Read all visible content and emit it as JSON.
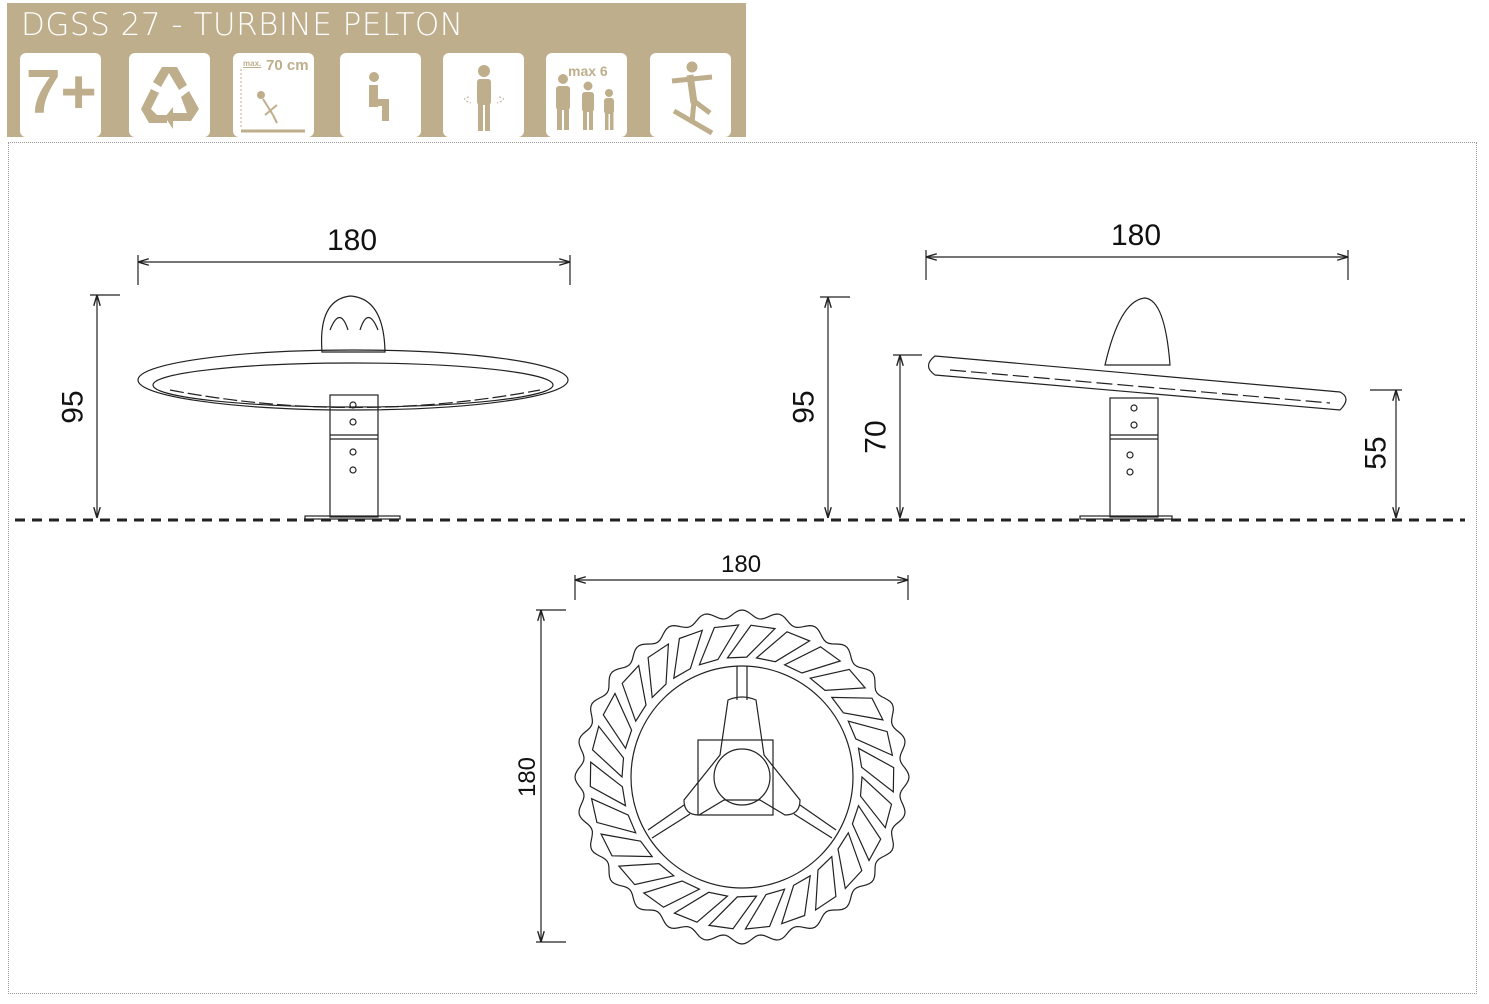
{
  "header": {
    "title": "DGSS 27 - TURBINE PELTON",
    "background_color": "#bfae8c",
    "badges": [
      {
        "icon": "age-7-plus-icon",
        "text": "7+"
      },
      {
        "icon": "recycle-icon"
      },
      {
        "icon": "fall-height-icon",
        "text_small": "max.",
        "text": "70 cm"
      },
      {
        "icon": "seated-person-icon"
      },
      {
        "icon": "rotating-person-icon"
      },
      {
        "icon": "max-users-icon",
        "text": "max 6"
      },
      {
        "icon": "balance-person-icon"
      }
    ]
  },
  "front_view": {
    "width_label": "180",
    "height_label": "95"
  },
  "side_view": {
    "width_label": "180",
    "height_label": "95",
    "high_end_label": "70",
    "low_end_label": "55"
  },
  "top_view": {
    "width_label": "180",
    "depth_label": "180"
  }
}
